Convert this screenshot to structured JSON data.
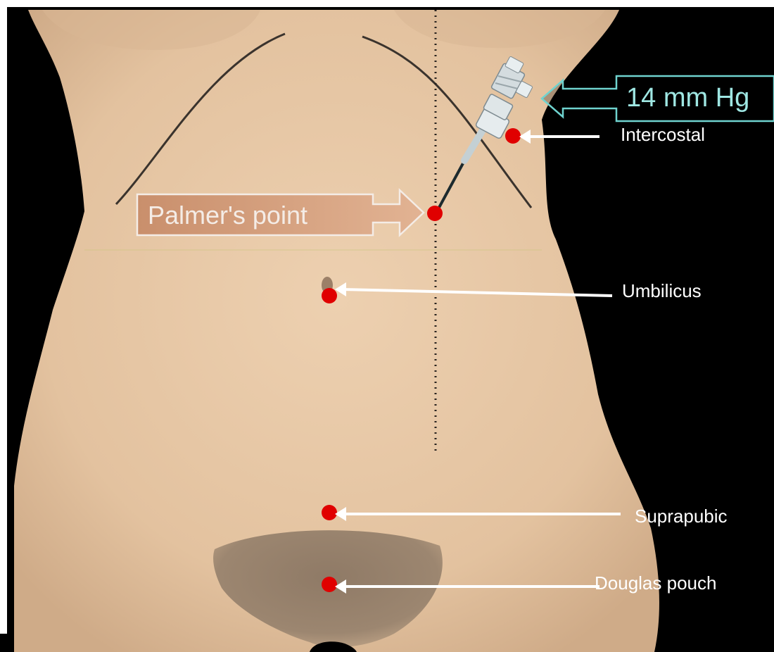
{
  "pressure_label": "14 mm Hg",
  "palmer_label": "Palmer's point",
  "sites": {
    "intercostal": "Intercostal",
    "umbilicus": "Umbilicus",
    "suprapubic": "Suprapubic",
    "douglas": "Douglas pouch"
  },
  "colors": {
    "background": "#000000",
    "skin": "#e8c9a8",
    "marker": "#e00000",
    "arrow": "#ffffff",
    "pressure_box": "#6fd3cf",
    "palmer_box": "#d9a888"
  },
  "icons": {
    "instrument": "veress-needle-icon"
  }
}
